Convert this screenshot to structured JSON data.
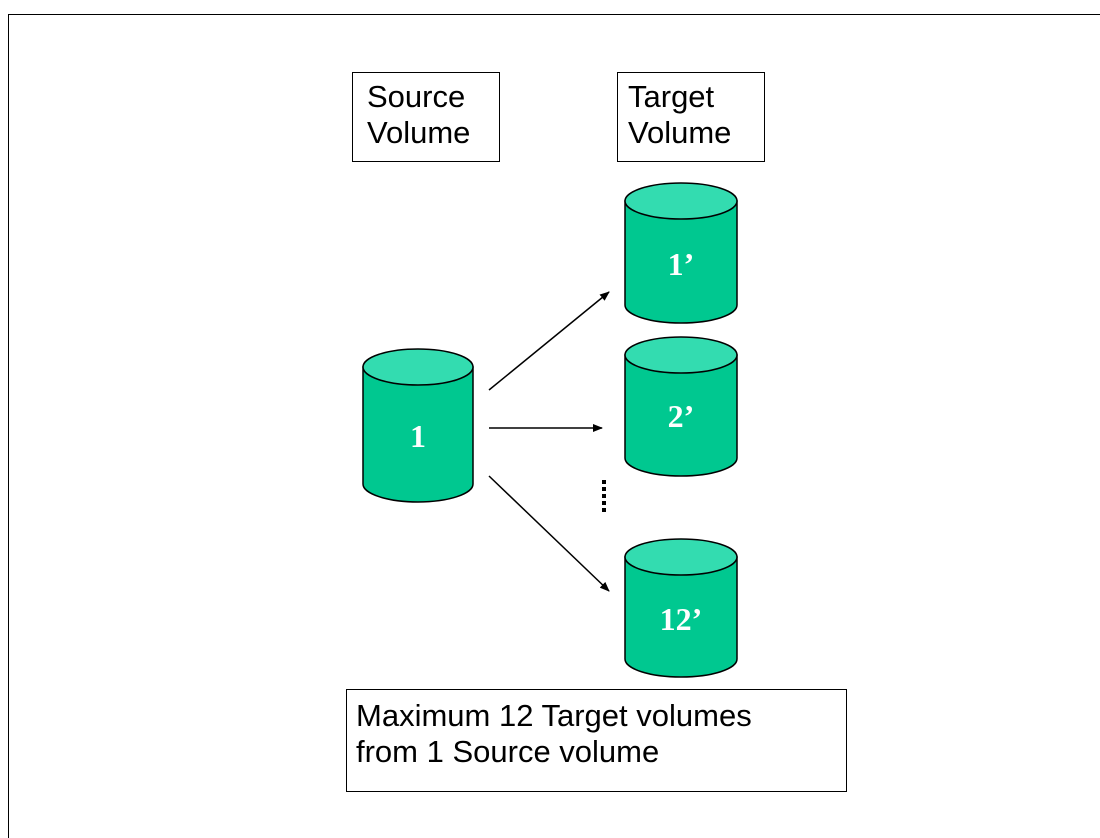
{
  "source_header": {
    "line1": "Source",
    "line2": "Volume"
  },
  "target_header": {
    "line1": "Target",
    "line2": "Volume"
  },
  "volumes": {
    "source": "1",
    "targets": [
      "1’",
      "2’",
      "12’"
    ]
  },
  "note": {
    "line1": "Maximum 12 Target volumes",
    "line2": "from 1 Source volume"
  },
  "colors": {
    "cylinder_body": "#00c890",
    "cylinder_top": "#33dcb0",
    "outline": "#000000"
  }
}
